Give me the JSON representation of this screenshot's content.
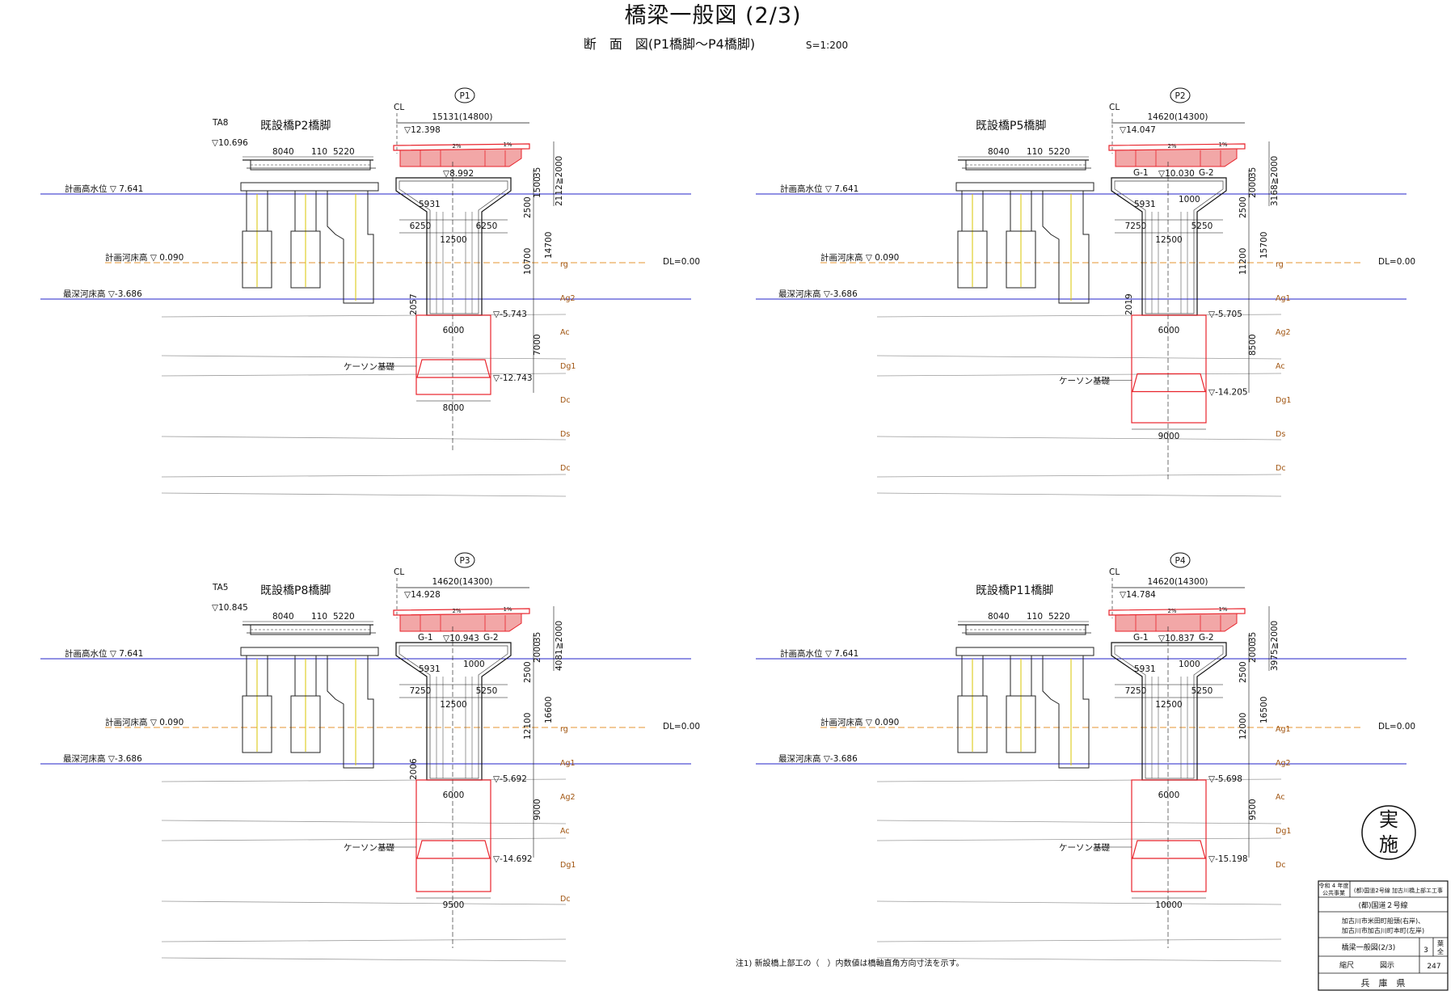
{
  "drawing": {
    "title": "橋梁一般図 (2/3)",
    "subtitle": "断　面　図(P1橋脚～P4橋脚)",
    "scale": "S=1:200",
    "note": "注1) 新設橋上部工の（　）内数値は橋軸直角方向寸法を示す。",
    "stamp": [
      "実",
      "施"
    ]
  },
  "panels": [
    {
      "id": "P1",
      "existing": "既設橋P2橋脚",
      "ta": "TA8",
      "ta_level": "▽10.696",
      "old_dims": [
        "8040",
        "110",
        "5220"
      ],
      "cl": "CL",
      "width": "15131(14800)",
      "deck_level": "▽12.398",
      "girders": [],
      "under_level": "▽8.992",
      "slope_l": "2%",
      "slope_r": "1%",
      "d_5931": "5931",
      "d_1000": "",
      "d_left": "6250",
      "d_right": "6250",
      "d_total": "12500",
      "v_cap": "2500",
      "v_top": "35",
      "v_mid": "1500",
      "v_clear": "2112≧2000",
      "v_pier": "14700",
      "v_pier2": "10700",
      "v_base": "7000",
      "left_dim": "2057",
      "footing_top": "▽-5.743",
      "col_width": "6000",
      "caisson_label": "ケーソン基礎",
      "bottom_level": "▽-12.743",
      "bottom_width": "8000",
      "hwl": "計画高水位 ▽ 7.641",
      "bed": "計画河床高 ▽ 0.090",
      "deep": "最深河床高 ▽-3.686",
      "dl": "DL=0.00",
      "soils": [
        "rg",
        "Ag2",
        "Ac",
        "Dg1",
        "Dc",
        "Ds",
        "Dc"
      ]
    },
    {
      "id": "P2",
      "existing": "既設橋P5橋脚",
      "ta": "",
      "ta_level": "",
      "old_dims": [
        "8040",
        "110",
        "5220"
      ],
      "cl": "CL",
      "width": "14620(14300)",
      "deck_level": "▽14.047",
      "girders": [
        "G-1",
        "G-2"
      ],
      "under_level": "▽10.030",
      "slope_l": "2%",
      "slope_r": "1%",
      "d_5931": "5931",
      "d_1000": "1000",
      "d_left": "7250",
      "d_right": "5250",
      "d_total": "12500",
      "v_cap": "2500",
      "v_top": "35",
      "v_mid": "2000",
      "v_clear": "3168≧2000",
      "v_pier": "15700",
      "v_pier2": "11200",
      "v_base": "8500",
      "left_dim": "2019",
      "footing_top": "▽-5.705",
      "col_width": "6000",
      "caisson_label": "ケーソン基礎",
      "bottom_level": "▽-14.205",
      "bottom_width": "9000",
      "hwl": "計画高水位 ▽ 7.641",
      "bed": "計画河床高 ▽ 0.090",
      "deep": "最深河床高 ▽-3.686",
      "dl": "DL=0.00",
      "soils": [
        "rg",
        "Ag1",
        "Ag2",
        "Ac",
        "Dg1",
        "Ds",
        "Dc"
      ]
    },
    {
      "id": "P3",
      "existing": "既設橋P8橋脚",
      "ta": "TA5",
      "ta_level": "▽10.845",
      "old_dims": [
        "8040",
        "110",
        "5220"
      ],
      "cl": "CL",
      "width": "14620(14300)",
      "deck_level": "▽14.928",
      "girders": [
        "G-1",
        "G-2"
      ],
      "under_level": "▽10.943",
      "slope_l": "2%",
      "slope_r": "1%",
      "d_5931": "5931",
      "d_1000": "1000",
      "d_left": "7250",
      "d_right": "5250",
      "d_total": "12500",
      "v_cap": "2500",
      "v_top": "35",
      "v_mid": "2000",
      "v_clear": "4081≧2000",
      "v_pier": "16600",
      "v_pier2": "12100",
      "v_base": "9000",
      "left_dim": "2006",
      "footing_top": "▽-5.692",
      "col_width": "6000",
      "caisson_label": "ケーソン基礎",
      "bottom_level": "▽-14.692",
      "bottom_width": "9500",
      "hwl": "計画高水位 ▽ 7.641",
      "bed": "計画河床高 ▽ 0.090",
      "deep": "最深河床高 ▽-3.686",
      "dl": "DL=0.00",
      "soils": [
        "rg",
        "Ag1",
        "Ag2",
        "Ac",
        "Dg1",
        "Dc"
      ]
    },
    {
      "id": "P4",
      "existing": "既設橋P11橋脚",
      "ta": "",
      "ta_level": "",
      "old_dims": [
        "8040",
        "110",
        "5220"
      ],
      "cl": "CL",
      "width": "14620(14300)",
      "deck_level": "▽14.784",
      "girders": [
        "G-1",
        "G-2"
      ],
      "under_level": "▽10.837",
      "slope_l": "2%",
      "slope_r": "1%",
      "d_5931": "5931",
      "d_1000": "1000",
      "d_left": "7250",
      "d_right": "5250",
      "d_total": "12500",
      "v_cap": "2500",
      "v_top": "35",
      "v_mid": "2000",
      "v_clear": "3975≧2000",
      "v_pier": "16500",
      "v_pier2": "12000",
      "v_base": "9500",
      "left_dim": "",
      "footing_top": "▽-5.698",
      "col_width": "6000",
      "caisson_label": "ケーソン基礎",
      "bottom_level": "▽-15.198",
      "bottom_width": "10000",
      "hwl": "計画高水位 ▽ 7.641",
      "bed": "計画河床高 ▽ 0.090",
      "deep": "最深河床高 ▽-3.686",
      "dl": "DL=0.00",
      "soils": [
        "Ag1",
        "Ag2",
        "Ac",
        "Dg1",
        "Dc"
      ]
    }
  ],
  "title_block": {
    "year": "令和 4 年度",
    "category": "公共事業",
    "project": "(都)国道2号線 加古川橋上部エ工事",
    "route": "(都)国道２号線",
    "location_1": "加古川市米田町船頭(右岸)、",
    "location_2": "加古川市加古川町本町(左岸)",
    "sheet_name": "橋梁一般図(2/3)",
    "sheet_no": "3",
    "label_sheet": "葉",
    "label_total": "全",
    "total": "247",
    "scale_label": "縮尺",
    "scale_value": "図示",
    "owner": "兵　庫　県"
  },
  "colors": {
    "water_line": "#2323c8",
    "bed_line": "#e69632",
    "new_structure": "#e8232b",
    "deck_fill": "#f2a7a7",
    "soil_label": "#a05410",
    "old_structure": "#222222"
  }
}
